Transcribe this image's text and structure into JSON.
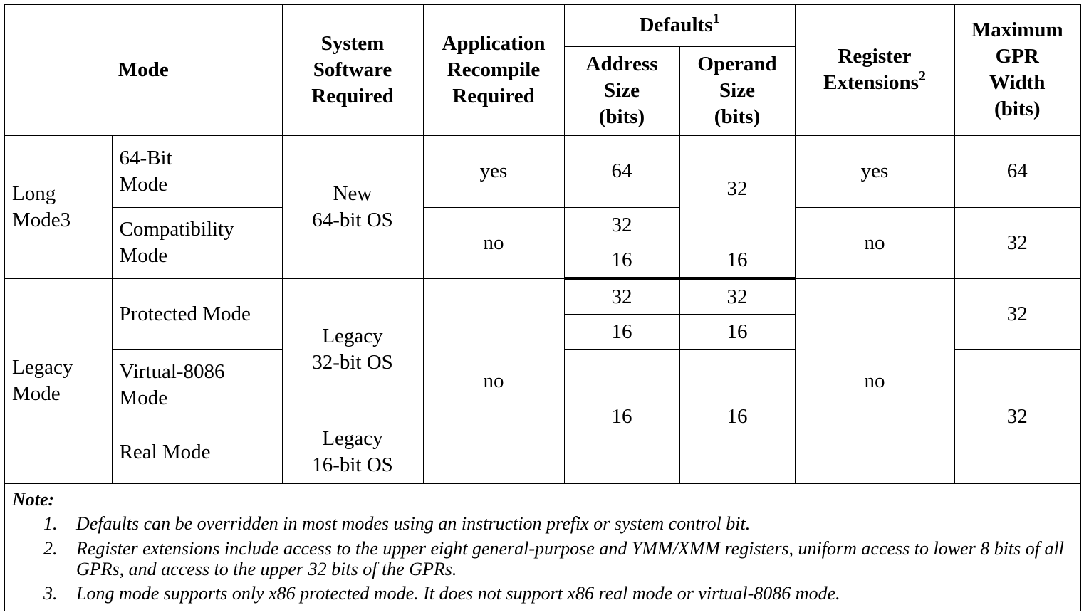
{
  "headers": {
    "mode": "Mode",
    "system_software": [
      "System",
      "Software",
      "Required"
    ],
    "app_recompile": [
      "Application",
      "Recompile",
      "Required"
    ],
    "defaults": "Defaults",
    "defaults_note": "1",
    "address_size": [
      "Address",
      "Size",
      "(bits)"
    ],
    "operand_size": [
      "Operand",
      "Size",
      "(bits)"
    ],
    "register_extensions": [
      "Register",
      "Extensions"
    ],
    "register_extensions_note": "2",
    "max_gpr": [
      "Maximum",
      "GPR",
      "Width",
      "(bits)"
    ]
  },
  "long_mode": {
    "label": [
      "Long",
      "Mode3"
    ],
    "sixty_four_bit": [
      "64-Bit",
      "Mode"
    ],
    "compatibility": [
      "Compatibility",
      "Mode"
    ],
    "os": [
      "New",
      "64-bit OS"
    ],
    "recompile_64": "yes",
    "recompile_compat": "no",
    "addr_64": "64",
    "addr_compat_32": "32",
    "addr_compat_16": "16",
    "operand_32": "32",
    "operand_16": "16",
    "regext_64": "yes",
    "regext_compat": "no",
    "gpr_64": "64",
    "gpr_compat": "32"
  },
  "legacy_mode": {
    "label": [
      "Legacy",
      "Mode"
    ],
    "protected": "Protected Mode",
    "virtual8086": [
      "Virtual-8086",
      "Mode"
    ],
    "real": "Real Mode",
    "os32": [
      "Legacy",
      "32-bit OS"
    ],
    "os16": [
      "Legacy",
      "16-bit OS"
    ],
    "recompile": "no",
    "addr_p32": "32",
    "addr_p16": "16",
    "operand_p32": "32",
    "operand_p16": "16",
    "addr_vr": "16",
    "operand_vr": "16",
    "regext": "no",
    "gpr_protected": "32",
    "gpr_vr": "32"
  },
  "notes": {
    "title": "Note:",
    "items": [
      {
        "num": "1.",
        "text": "Defaults can be overridden in most modes using an instruction prefix or system control bit."
      },
      {
        "num": "2.",
        "text": "Register extensions include access to the upper eight general-purpose and YMM/XMM registers, uniform access to lower 8 bits of all GPRs, and access to the upper 32 bits of the GPRs."
      },
      {
        "num": "3.",
        "text": "Long mode supports only x86 protected mode. It does not support x86 real mode or virtual-8086 mode."
      }
    ]
  }
}
